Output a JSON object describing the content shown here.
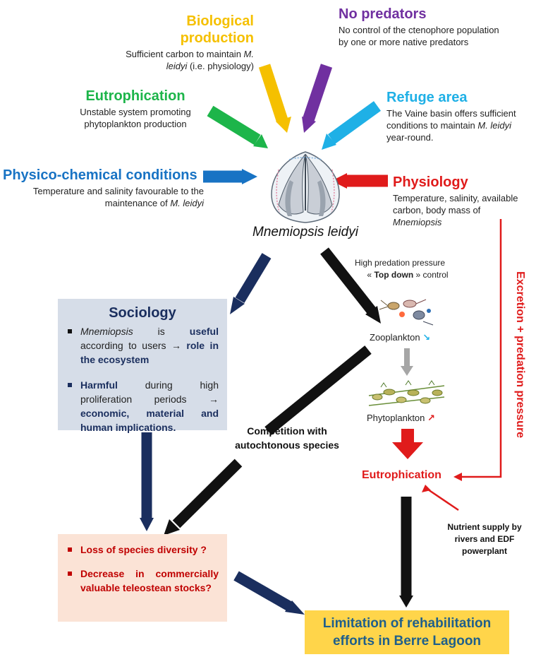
{
  "colors": {
    "yellow": "#f5c000",
    "purple": "#7030a0",
    "green": "#1db54a",
    "cyan": "#1fb0e6",
    "blue": "#1873c4",
    "red": "#e01b1b",
    "navy": "#1a2e5e",
    "black": "#111111",
    "grey": "#a6a6a6",
    "darkred": "#c00000",
    "teal": "#1f5f8b",
    "sociology_bg": "#d6dde8",
    "loss_bg": "#fbe3d6",
    "limit_bg": "#ffd54a"
  },
  "factors": {
    "biological": {
      "title": "Biological production",
      "desc_parts": [
        "Sufficient carbon to maintain ",
        "M. leidyi",
        " (i.e. physiology)"
      ]
    },
    "no_predators": {
      "title": "No predators",
      "desc": "No control of the ctenophore population by one or more native predators"
    },
    "eutrophication_top": {
      "title": "Eutrophication",
      "desc": "Unstable system promoting phytoplankton production"
    },
    "refuge": {
      "title": "Refuge area",
      "desc_parts": [
        "The Vaine basin offers sufficient conditions to maintain ",
        "M. leidyi",
        " year-round."
      ]
    },
    "physico": {
      "title": "Physico-chemical conditions",
      "desc_parts": [
        "Temperature and salinity favourable to the maintenance of ",
        "M. leidyi"
      ]
    },
    "physiology": {
      "title": "Physiology",
      "desc_parts": [
        "Temperature, salinity, available carbon, body mass of ",
        "Mnemiopsis"
      ]
    }
  },
  "center_label": "Mnemiopsis leidyi",
  "predation": {
    "line1": "High predation pressure",
    "line2_pre": "« ",
    "line2_bold": "Top down",
    "line2_post": " » control"
  },
  "zooplankton": {
    "label": "Zooplankton",
    "trend": "↘"
  },
  "phytoplankton": {
    "label": "Phytoplankton",
    "trend": "↗"
  },
  "eutrophication_bottom": "Eutrophication",
  "excretion_label": "Excretion + predation pressure",
  "nutrient_label": "Nutrient supply by rivers and EDF powerplant",
  "competition_label": "Competition with autochtonous species",
  "sociology": {
    "title": "Sociology",
    "item1": {
      "it": "Mnemiopsis",
      "t1": " is ",
      "b1": "useful",
      "t2": " according to users → ",
      "b2": "role in the ecosystem"
    },
    "item2": {
      "b1": "Harmful",
      "t1": " during high proliferation periods → ",
      "b2": "economic, material and human implications."
    }
  },
  "loss_items": [
    "Loss of species diversity ?",
    "Decrease in commercially valuable teleostean stocks?"
  ],
  "limitation": "Limitation of rehabilitation efforts in Berre Lagoon"
}
